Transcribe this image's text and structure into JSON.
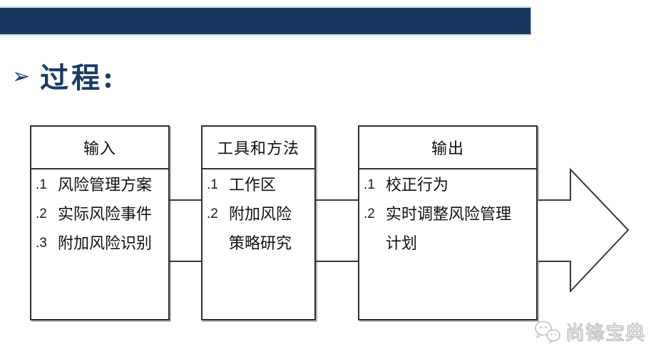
{
  "heading": {
    "bullet": "➢",
    "text": "过程:"
  },
  "process_boxes": [
    {
      "title": "输入",
      "items": [
        {
          "num": ".1",
          "lines": [
            "风险管理方案"
          ]
        },
        {
          "num": ".2",
          "lines": [
            "实际风险事件"
          ]
        },
        {
          "num": ".3",
          "lines": [
            "附加风险识别"
          ]
        }
      ]
    },
    {
      "title": "工具和方法",
      "items": [
        {
          "num": ".1",
          "lines": [
            "工作区"
          ]
        },
        {
          "num": ".2",
          "lines": [
            "附加风险",
            "策略研究"
          ]
        }
      ]
    },
    {
      "title": "输出",
      "items": [
        {
          "num": ".1",
          "lines": [
            "校正行为"
          ]
        },
        {
          "num": ".2",
          "lines": [
            "实时调整风险管理",
            "计划"
          ]
        }
      ]
    }
  ],
  "watermark": {
    "text": "尚锋宝典",
    "icon": "wechat-chat-bubbles-icon"
  },
  "colors": {
    "navy": "#17375E",
    "box_border": "#2f2f2f",
    "watermark_gray": "#c2c2c2"
  }
}
